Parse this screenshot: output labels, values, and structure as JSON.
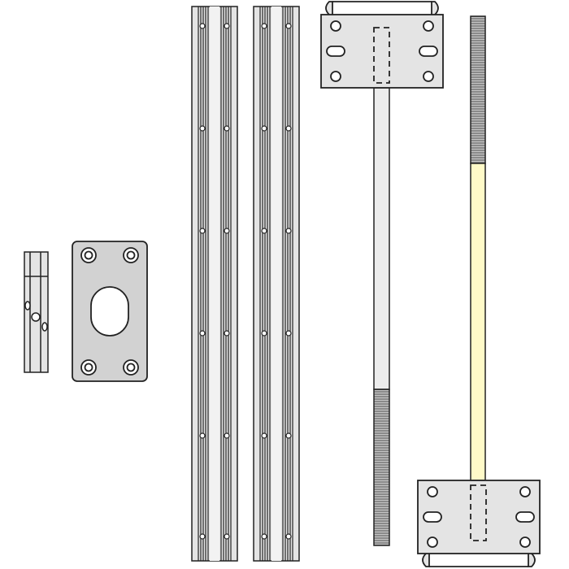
{
  "figure": {
    "description_text": "",
    "colors": {
      "outline": "#222222",
      "part_fill": "#e4e4e4",
      "plate_fill": "#d2d2d2",
      "thread_fill": "#8a8a8a",
      "rod_highlight": "#fffac8",
      "background": "#ffffff"
    },
    "parts": [
      {
        "name": "small-bar"
      },
      {
        "name": "escutcheon-plate"
      },
      {
        "name": "rail"
      },
      {
        "name": "rail"
      },
      {
        "name": "bracket-with-rod-top"
      },
      {
        "name": "bracket-with-rod-bottom"
      }
    ]
  }
}
